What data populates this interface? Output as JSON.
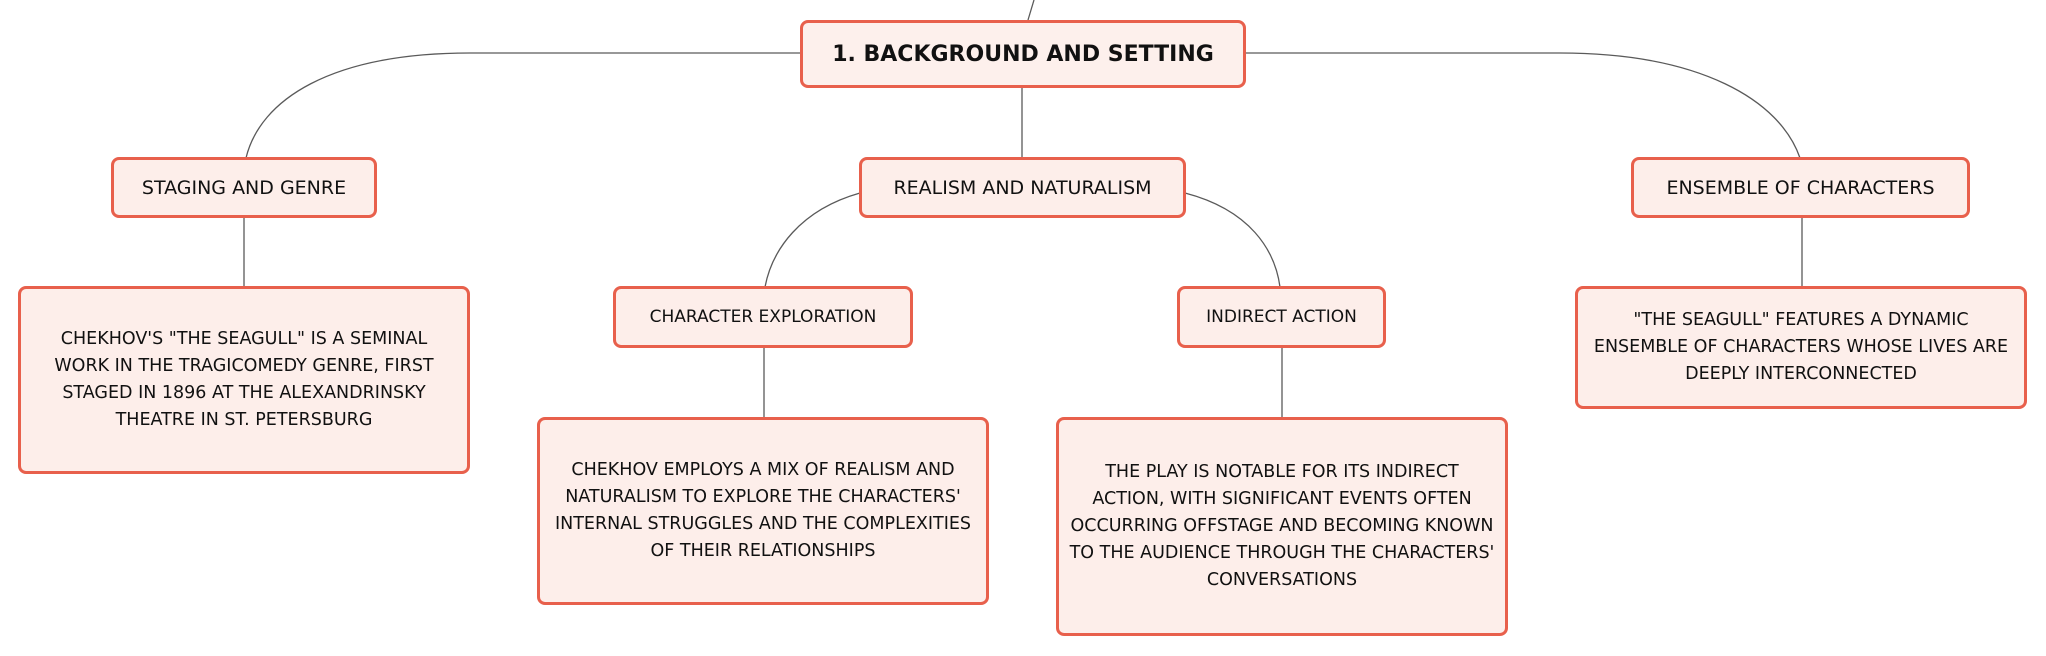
{
  "diagram": {
    "root": {
      "label": "1. BACKGROUND AND SETTING"
    },
    "topics": {
      "staging": {
        "label": "STAGING AND GENRE"
      },
      "realism": {
        "label": "REALISM AND NATURALISM"
      },
      "ensemble": {
        "label": "ENSEMBLE OF CHARACTERS"
      }
    },
    "subtopics": {
      "character_exploration": {
        "label": "CHARACTER EXPLORATION"
      },
      "indirect_action": {
        "label": "INDIRECT ACTION"
      }
    },
    "details": {
      "staging": {
        "text": "CHEKHOV'S \"THE SEAGULL\" IS A SEMINAL WORK IN THE TRAGICOMEDY GENRE, FIRST STAGED IN 1896 AT THE ALEXANDRINSKY THEATRE IN ST. PETERSBURG"
      },
      "character_exploration": {
        "text": "CHEKHOV EMPLOYS A MIX OF REALISM AND NATURALISM TO EXPLORE THE CHARACTERS' INTERNAL STRUGGLES AND THE COMPLEXITIES OF THEIR RELATIONSHIPS"
      },
      "indirect_action": {
        "text": "THE PLAY IS NOTABLE FOR ITS INDIRECT ACTION, WITH SIGNIFICANT EVENTS OFTEN OCCURRING OFFSTAGE AND BECOMING KNOWN TO THE AUDIENCE THROUGH THE CHARACTERS' CONVERSATIONS"
      },
      "ensemble": {
        "text": "\"THE SEAGULL\" FEATURES A DYNAMIC ENSEMBLE OF CHARACTERS WHOSE LIVES ARE DEEPLY INTERCONNECTED"
      }
    }
  },
  "colors": {
    "node_border": "#e8604c",
    "node_fill": "#fdeeea",
    "connector": "#5a5a5a",
    "text": "#111111"
  }
}
